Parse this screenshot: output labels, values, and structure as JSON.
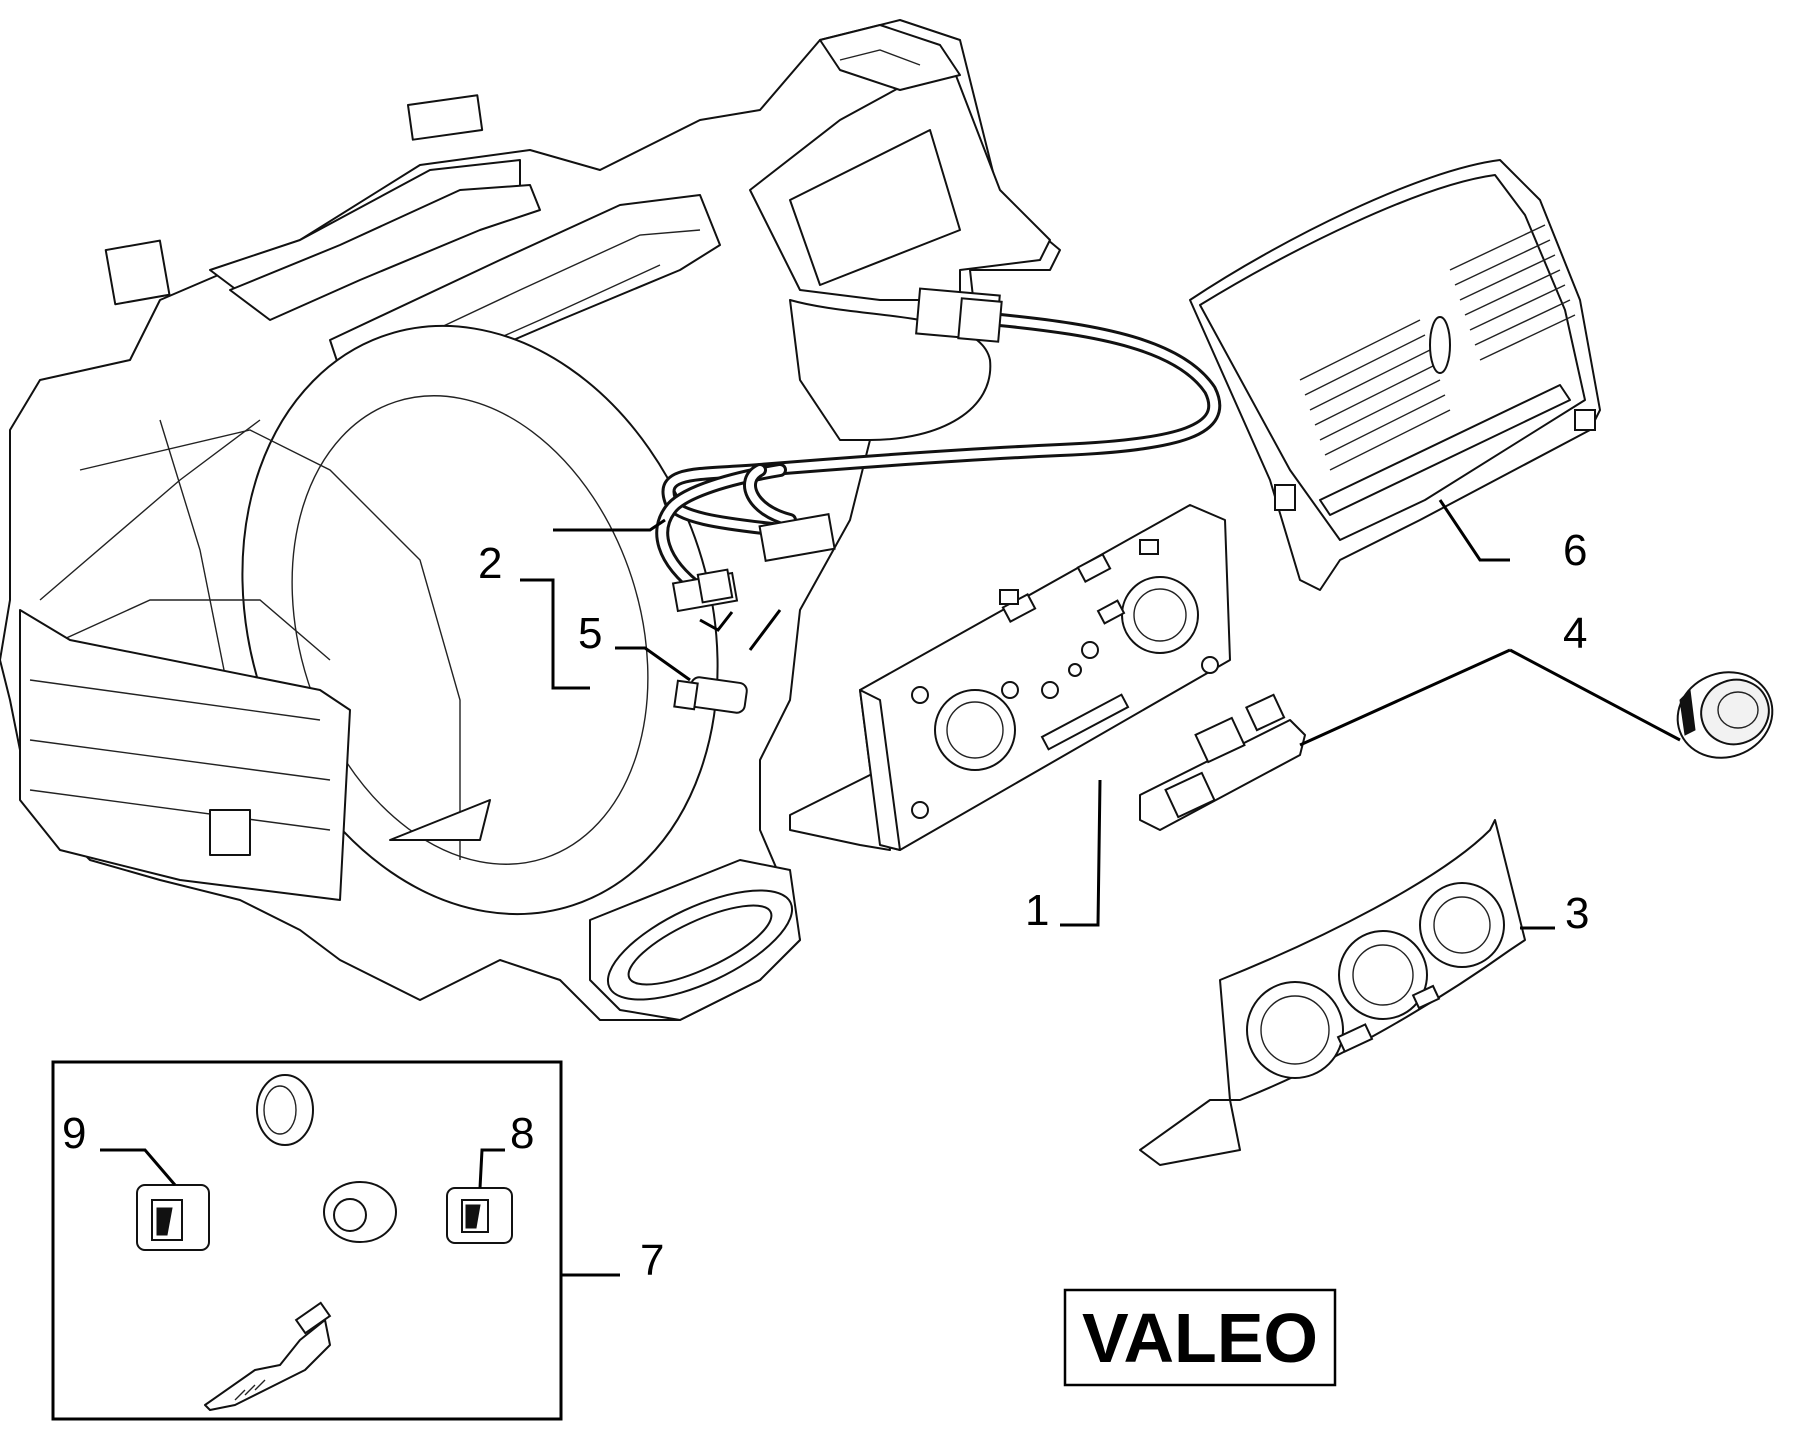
{
  "brand": "VALEO",
  "callouts": [
    {
      "id": "1",
      "text": "1"
    },
    {
      "id": "2",
      "text": "2"
    },
    {
      "id": "3",
      "text": "3"
    },
    {
      "id": "4",
      "text": "4"
    },
    {
      "id": "5",
      "text": "5"
    },
    {
      "id": "6",
      "text": "6"
    },
    {
      "id": "7",
      "text": "7"
    },
    {
      "id": "8",
      "text": "8"
    },
    {
      "id": "9",
      "text": "9"
    }
  ]
}
